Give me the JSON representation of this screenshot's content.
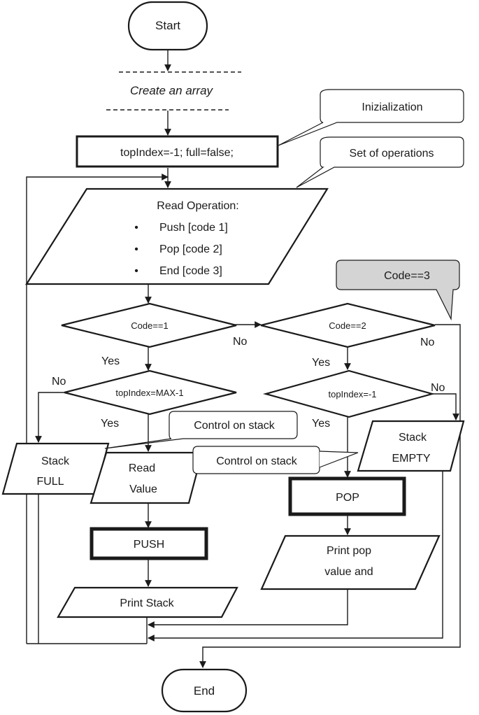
{
  "nodes": {
    "start": "Start",
    "create_array": "Create an array",
    "init": "topIndex=-1; full=false;",
    "read_operation": {
      "title": "Read Operation:",
      "items": [
        "Push [code 1]",
        "Pop [code 2]",
        "End [code 3]"
      ]
    },
    "code1": "Code==1",
    "code2": "Code==2",
    "top_max": "topIndex=MAX-1",
    "top_empty": "topIndex=-1",
    "stack_full": [
      "Stack",
      "FULL"
    ],
    "read_value": [
      "Read",
      "Value"
    ],
    "push": "PUSH",
    "print_stack": "Print Stack",
    "stack_empty": [
      "Stack",
      "EMPTY"
    ],
    "pop": "POP",
    "print_pop": [
      "Print pop",
      "value and"
    ],
    "end": "End"
  },
  "callouts": {
    "init": "Inizialization",
    "operations": "Set of operations",
    "code3": "Code==3",
    "control_push": "Control on stack",
    "control_pop": "Control on stack"
  },
  "edge_labels": {
    "code1_no": "No",
    "code1_yes": "Yes",
    "code2_no": "No",
    "code2_yes": "Yes",
    "max_no": "No",
    "max_yes": "Yes",
    "empty_no": "No",
    "empty_yes": "Yes"
  },
  "bullet": "•"
}
